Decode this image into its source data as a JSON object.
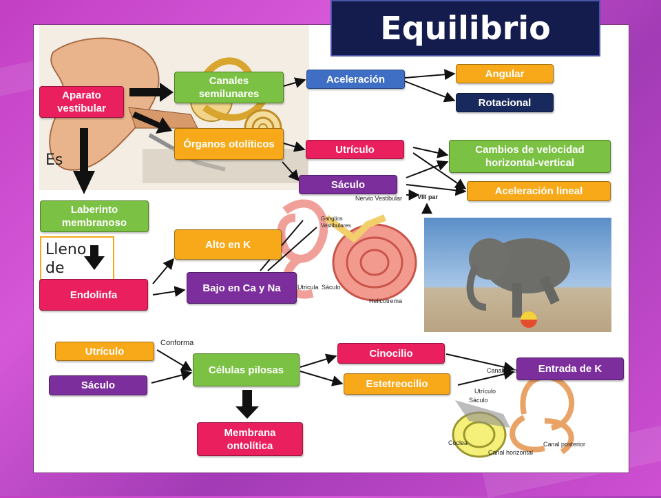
{
  "title": "Equilibrio",
  "nodes": {
    "aparato_vestibular": "Aparato vestibular",
    "canales_semilunares": "Canales semilunares",
    "organos_otoliticos": "Órganos otolíticos",
    "aceleracion": "Aceleración",
    "angular": "Angular",
    "rotacional": "Rotacional",
    "utriculo_top": "Utrículo",
    "saculo_top": "Sáculo",
    "cambios_velocidad": "Cambios de velocidad horizontal-vertical",
    "aceleracion_lineal": "Aceleración lineal",
    "laberinto_membranoso": "Laberinto membranoso",
    "endolinfa": "Endolinfa",
    "alto_k": "Alto en K",
    "bajo_ca_na": "Bajo en Ca y Na",
    "utriculo_bottom": "Utrículo",
    "saculo_bottom": "Sáculo",
    "celulas_pilosas": "Células pilosas",
    "cinocilio": "Cinocilio",
    "estetreocilio": "Estetreocilio",
    "entrada_k": "Entrada de K",
    "membrana_ontolitica": "Membrana ontolítica"
  },
  "connector_labels": {
    "es": "Es",
    "lleno_de": "Lleno de",
    "conforma": "Conforma"
  },
  "image_labels": {
    "viii_par": "VIII par",
    "nervio_vestibular": "Nervio Vestibular",
    "ganglios_vestibulares": "Ganglios Vestibulares",
    "utricula": "Utricula",
    "saculo_img": "Sáculo",
    "helicotrema": "Helicotrema",
    "canal_anterior": "Canal anterior",
    "utriculo_img": "Utrículo",
    "saculo_img2": "Sáculo",
    "coclea": "Cóclea",
    "canal_horizontal": "Canal horizontal",
    "canal_posterior": "Canal posterior"
  },
  "colors": {
    "pink": "#ea1f5e",
    "green": "#7bc143",
    "blue": "#3f6fc4",
    "orange": "#f8a919",
    "navy": "#18295e",
    "purple": "#7b2e9c"
  }
}
